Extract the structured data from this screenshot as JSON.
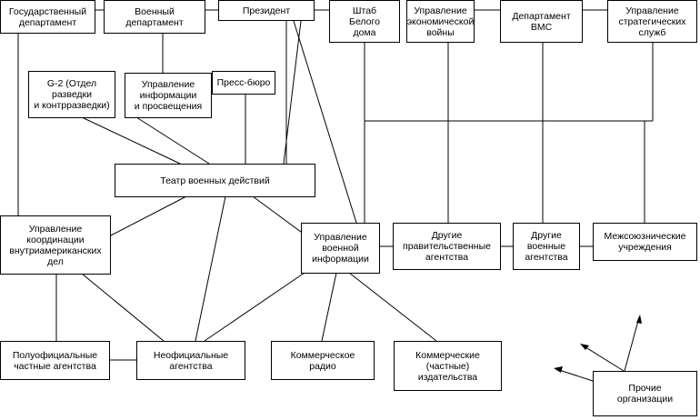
{
  "nodes": {
    "state_department": "Государственный\nдепартамент",
    "war_department": "Военный\nдепартамент",
    "president": "Президент",
    "white_house_staff": "Штаб\nБелого\nдома",
    "economic_warfare": "Управление\nэкономической\nвойны",
    "navy_department": "Департамент\nВМС",
    "strategic_services": "Управление\nстратегических\nслужб",
    "g2": "G-2 (Отдел\nразведки\nи контрразведки)",
    "info_education": "Управление\nинформации\nи просвещения",
    "press_bureau": "Пресс-бюро",
    "theater_of_war": "Театр военных действий",
    "inter_american": "Управление\nкоординации\nвнутриамериканских\nдел",
    "war_information": "Управление\nвоенной\nинформации",
    "other_gov_agencies": "Другие\nправительственные\nагентства",
    "other_military": "Другие\nвоенные\nагентства",
    "inter_allied": "Межсоюзнические\nучреждения",
    "semi_official": "Полуофициальные\nчастные агентства",
    "unofficial": "Неофициальные\nагентства",
    "commercial_radio": "Коммерческое\nрадио",
    "commercial_publishing": "Коммерческие\n(частные)\nиздательства",
    "other_orgs": "Прочие\nорганизации"
  },
  "colors": {
    "line": "#000000",
    "box_border": "#000000",
    "background": "#ffffff"
  }
}
